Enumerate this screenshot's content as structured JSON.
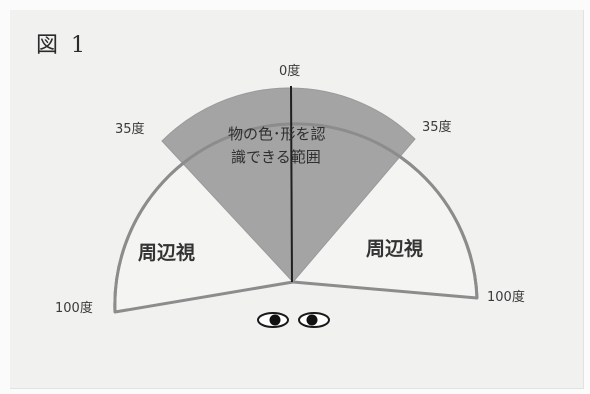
{
  "figure_title": "図 1",
  "angles": {
    "top": "0度",
    "left_inner": "35度",
    "right_inner": "35度",
    "left_outer": "100度",
    "right_outer": "100度"
  },
  "zones": {
    "central_line1": "物の色･形を認",
    "central_line2": "識できる範囲",
    "left_peripheral": "周辺視",
    "right_peripheral": "周辺視"
  },
  "colors": {
    "central_fill": "#a4a4a4",
    "outline": "#8c8c8c",
    "peripheral_fill": "#f4f4f3"
  },
  "icons": [
    "eye-icon",
    "eye-icon"
  ]
}
